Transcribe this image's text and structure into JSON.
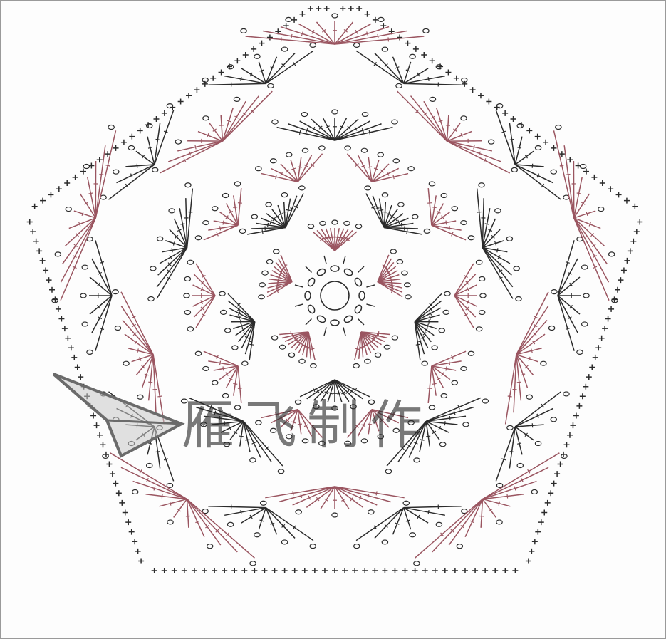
{
  "diagram": {
    "kind": "pentagon crochet motif chart",
    "rings": 7,
    "symbols": {
      "chain": "chain-oval",
      "single_crochet": "plus-mark",
      "double_crochet": "crossbar-stitch",
      "slip_stitch": "filled-dot"
    },
    "round_colors": {
      "dark": "#2b2b2b",
      "rose": "#9a5560"
    },
    "fan_rings": [
      {
        "fans": 5,
        "color": "rose",
        "offset_deg": 0
      },
      {
        "fans": 5,
        "color": "dark",
        "offset_deg": 36
      },
      {
        "fans": 10,
        "color": "rose",
        "offset_deg": 18
      },
      {
        "fans": 5,
        "color": "dark",
        "offset_deg": 0
      },
      {
        "fans": 5,
        "color": "rose",
        "offset_deg": 36
      },
      {
        "fans": 10,
        "color": "dark",
        "offset_deg": 18
      },
      {
        "fans": 5,
        "color": "rose",
        "offset_deg": 0
      }
    ],
    "border": {
      "stitch": "plus-mark",
      "sides": 5
    }
  },
  "watermark": {
    "text": "雁飞制作",
    "logo_icon": "paper-plane-icon",
    "color": "#3a3a3a"
  }
}
